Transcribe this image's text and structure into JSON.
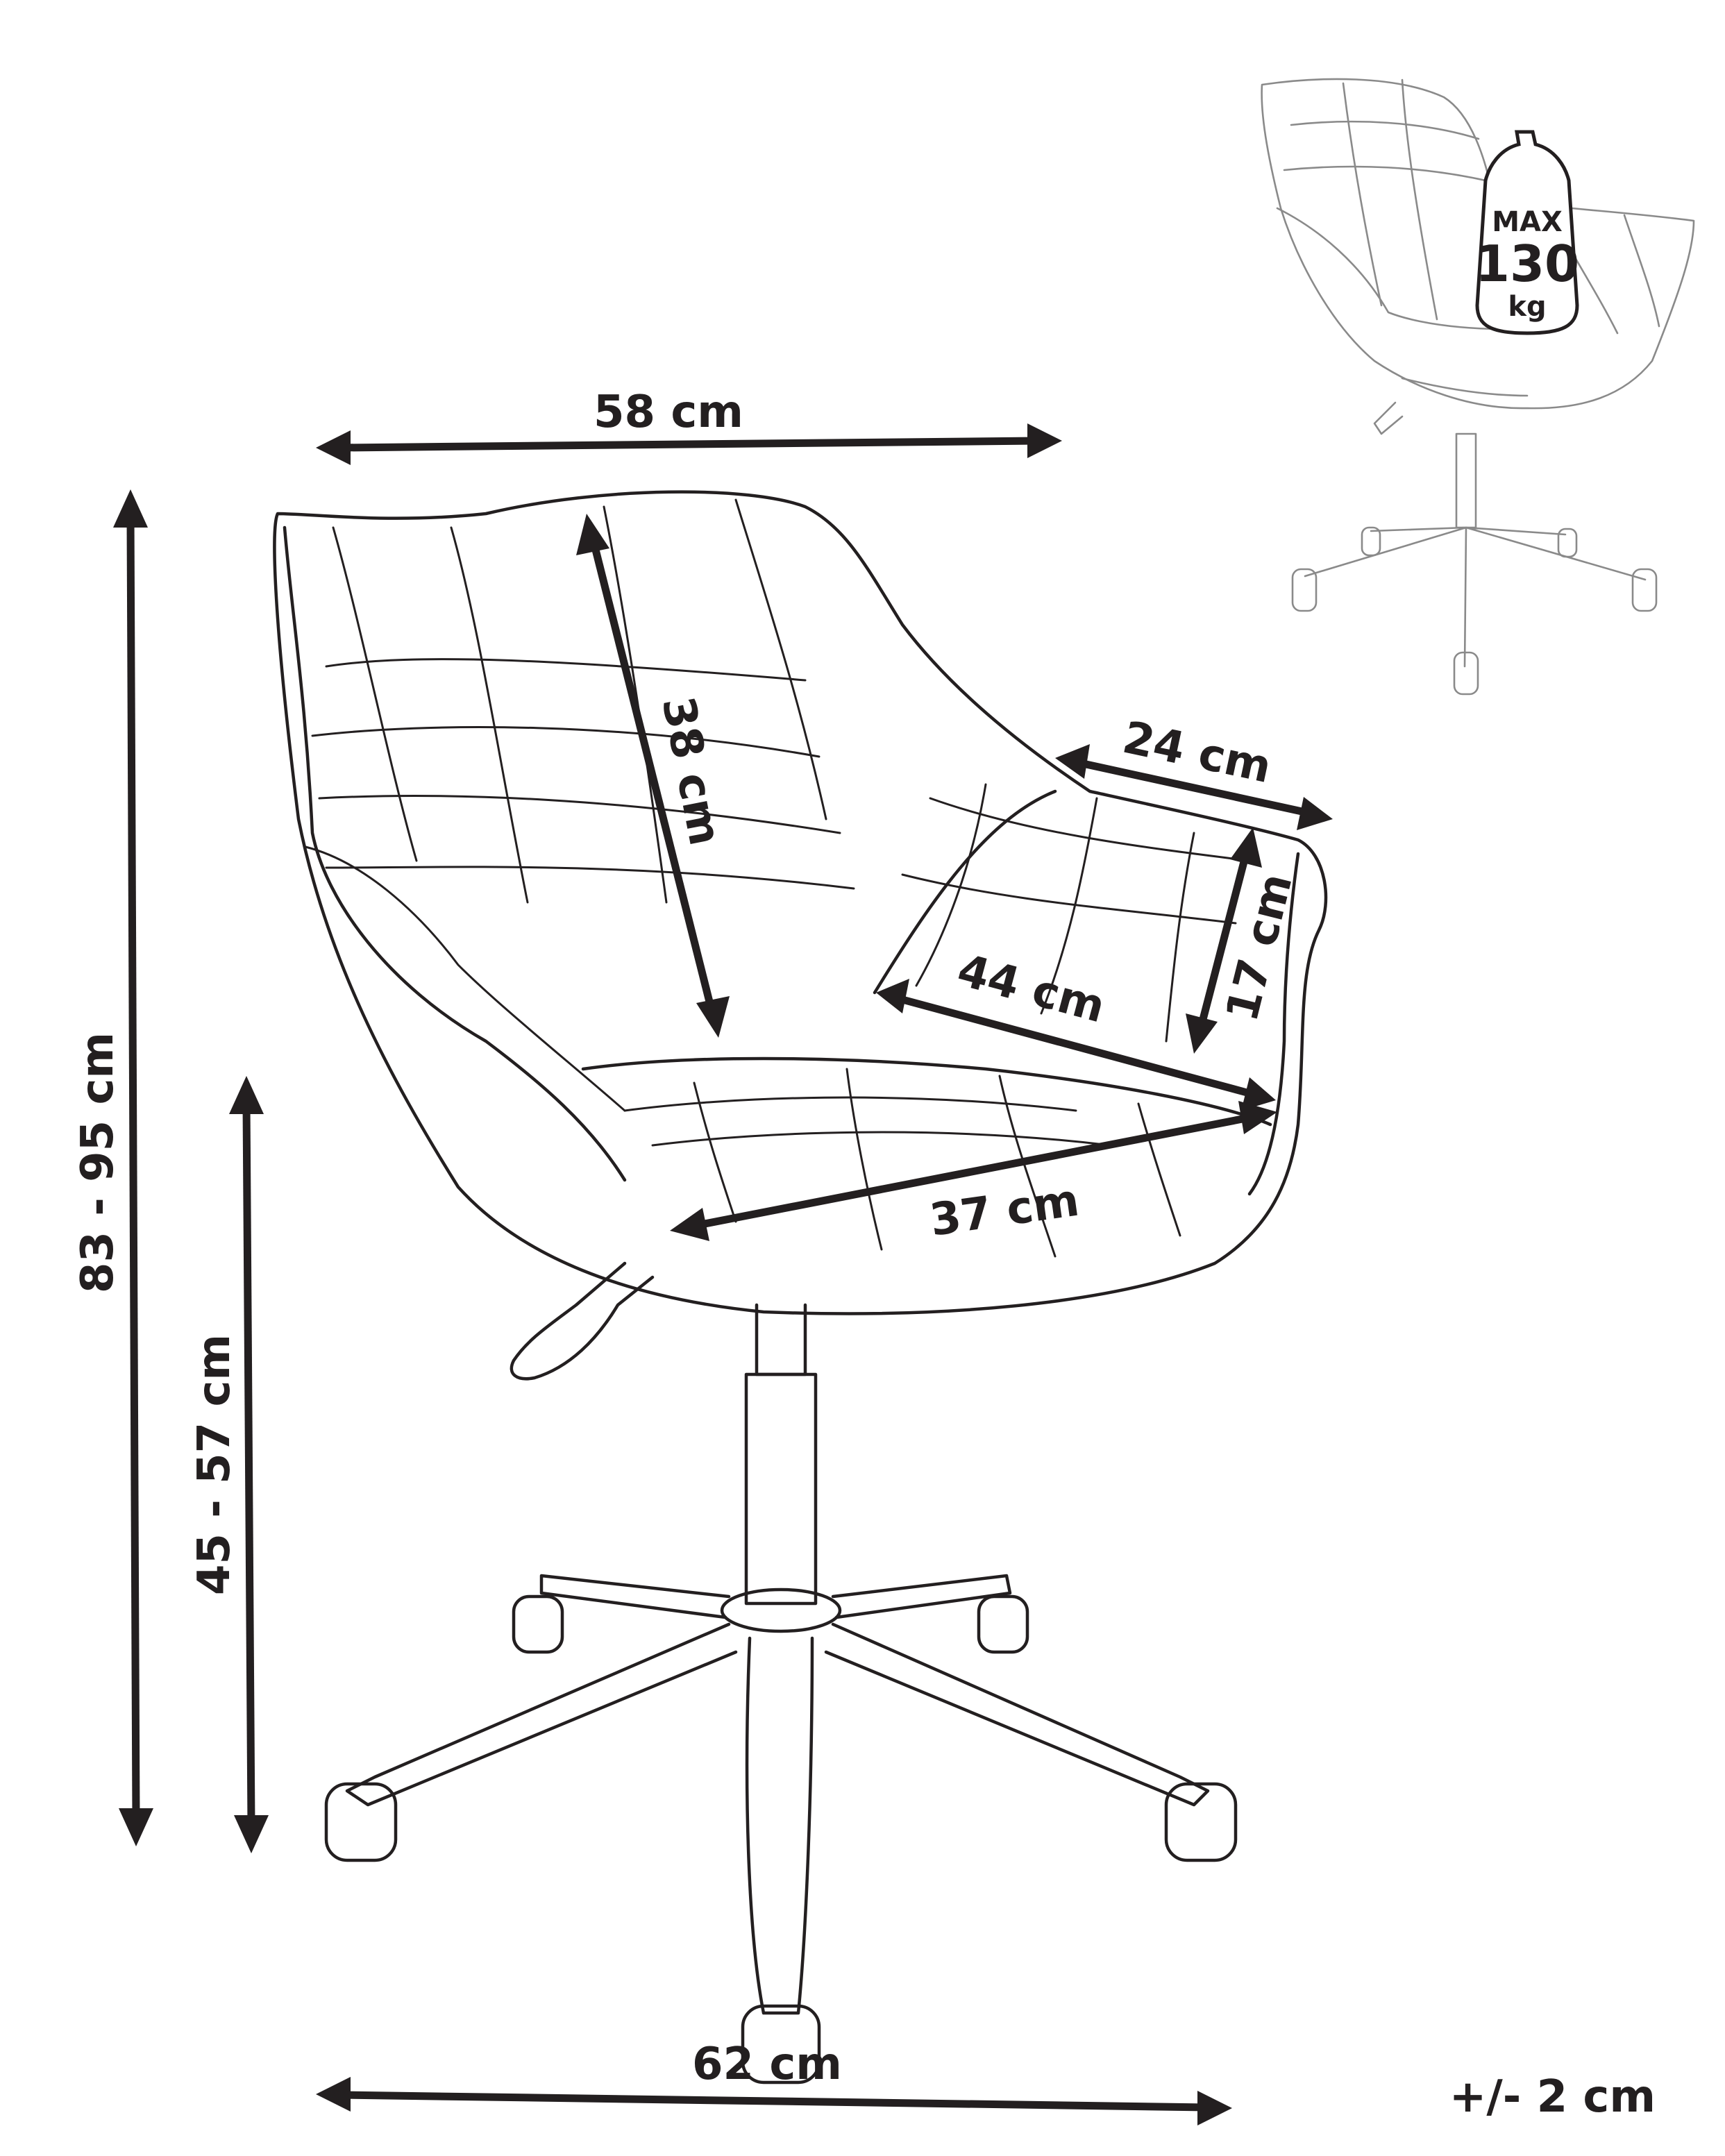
{
  "dimensions": {
    "total_width": "58 cm",
    "total_height": "83 - 95 cm",
    "seat_height": "45 - 57 cm",
    "backrest_height": "38 cm",
    "armrest_width": "24 cm",
    "armrest_height": "17 cm",
    "seat_width": "44 cm",
    "seat_depth": "37 cm",
    "base_width": "62 cm",
    "tolerance": "+/- 2 cm"
  },
  "max_load": {
    "line1": "MAX",
    "line2": "130",
    "line3": "kg"
  },
  "colors": {
    "line": "#231f20",
    "thumbnail_line": "#8a8a8a",
    "background": "#ffffff"
  }
}
